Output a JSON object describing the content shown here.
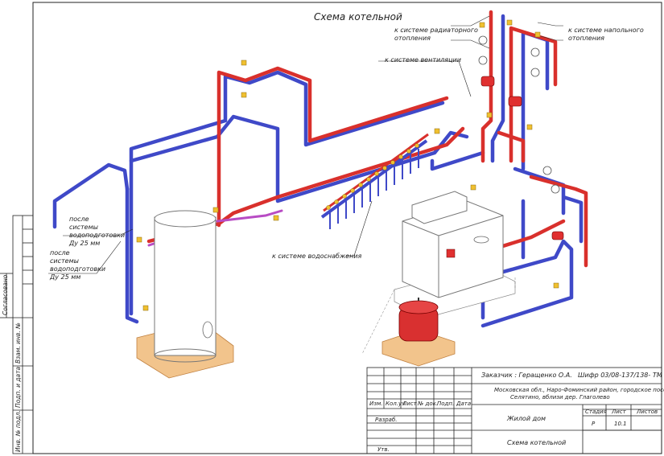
{
  "title": "Схема котельной",
  "callouts": {
    "radiator": [
      "к системе радиаторного",
      "отопления"
    ],
    "floor": [
      "к системе напольного",
      "отопления"
    ],
    "ventilation": "к системе вентиляции",
    "water_supply": "к системе водоснабжения",
    "after_treatment_1": [
      "после",
      "системы",
      "водоподготовки",
      "Ду 25 мм"
    ],
    "after_treatment_2": [
      "после",
      "системы",
      "водоподготовки",
      "Ду 25 мм"
    ]
  },
  "side_stamp": {
    "agreed": "Согласовано",
    "inv_replace": "Взам. инв. №",
    "sign_date": "Подп. и дата",
    "inv_orig": "Инв. № подл."
  },
  "title_block": {
    "customer": "Заказчик : Геращенко О.А.",
    "code": "Шифр 03/08-137/138- ТМ",
    "address_1": "Московская обл., Наро-Фоминский район, городское поселение",
    "address_2": "Селятино, вблизи дер. Глаголево",
    "col_headers": [
      "Изм.",
      "Кол.уч",
      "Лист",
      "№ док.",
      "Подп.",
      "Дата"
    ],
    "developed": "Разраб.",
    "approved": "Утв.",
    "object": "Жилой дом",
    "stage_header": "Стадия",
    "sheet_header": "Лист",
    "sheets_header": "Листов",
    "stage": "Р",
    "sheet": "10.1",
    "drawing_name": "Схема котельной"
  },
  "colors": {
    "supply": "#d9302c",
    "return": "#3f49c8",
    "domestic": "#b84cc4",
    "base": "#f2c48c",
    "frame": "#222222"
  }
}
